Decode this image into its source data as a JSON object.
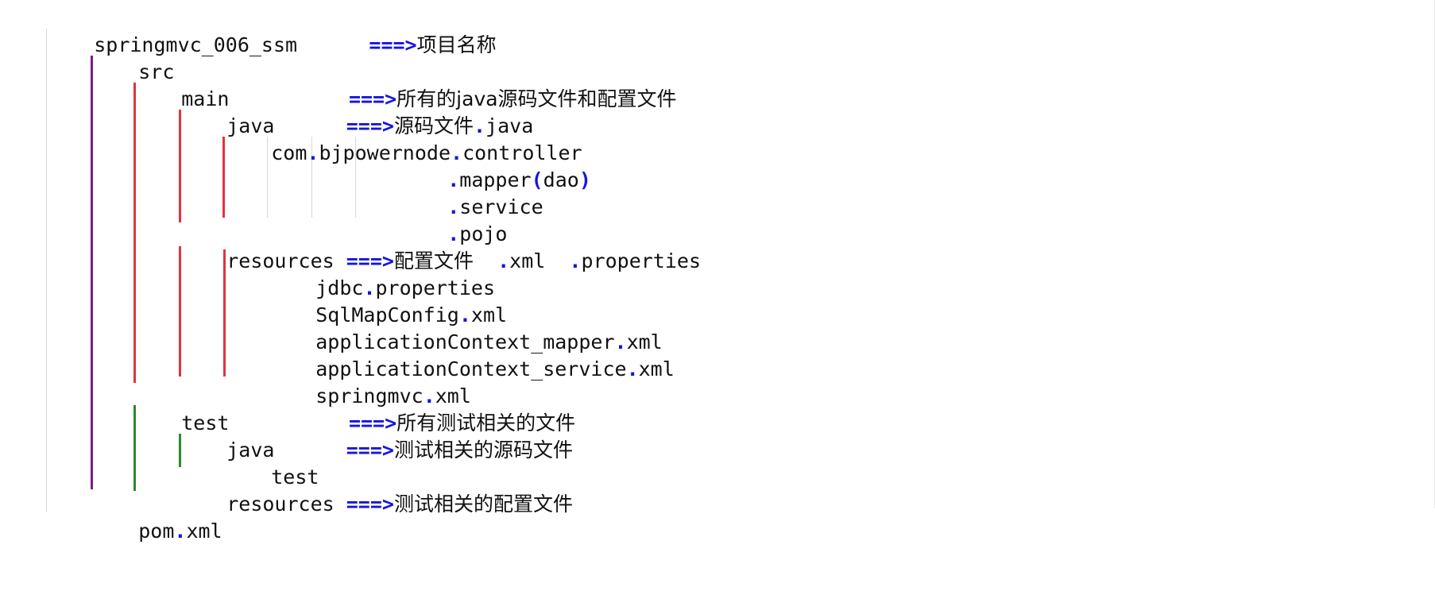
{
  "colors": {
    "text": "#111111",
    "arrow": "#1515e0",
    "purple": "#7a1e86",
    "red": "#e2333d",
    "green": "#2c8a2c",
    "guide": "#d8d8d8"
  },
  "tree": [
    {
      "id": "root",
      "name": "springmvc_006_ssm",
      "arrow": "===>",
      "note": "项目名称"
    },
    {
      "id": "src",
      "name": "src"
    },
    {
      "id": "main",
      "name": "main",
      "arrow": "===>",
      "note": "所有的java源码文件和配置文件"
    },
    {
      "id": "main-java",
      "name": "java",
      "arrow": "===>",
      "note_parts": [
        "源码文件",
        ".",
        "java"
      ]
    },
    {
      "id": "pkg",
      "name_parts": [
        "com",
        ".",
        "bjpowernode",
        ".",
        "controller"
      ]
    },
    {
      "id": "pkg-mapper",
      "name_parts": [
        ".",
        "mapper",
        "(",
        "dao",
        ")"
      ]
    },
    {
      "id": "pkg-service",
      "name_parts": [
        ".",
        "service"
      ]
    },
    {
      "id": "pkg-pojo",
      "name_parts": [
        ".",
        "pojo"
      ]
    },
    {
      "id": "main-resources",
      "name": "resources",
      "arrow": "===>",
      "note": "配置文件",
      "extra_parts": [
        ".",
        "xml",
        ".",
        "properties"
      ]
    },
    {
      "id": "jdbc",
      "name_parts": [
        "jdbc",
        ".",
        "properties"
      ]
    },
    {
      "id": "sqlmap",
      "name_parts": [
        "SqlMapConfig",
        ".",
        "xml"
      ]
    },
    {
      "id": "ctx-mapper",
      "name_parts": [
        "applicationContext_mapper",
        ".",
        "xml"
      ]
    },
    {
      "id": "ctx-service",
      "name_parts": [
        "applicationContext_service",
        ".",
        "xml"
      ]
    },
    {
      "id": "springmvc",
      "name_parts": [
        "springmvc",
        ".",
        "xml"
      ]
    },
    {
      "id": "test",
      "name": "test",
      "arrow": "===>",
      "note": "所有测试相关的文件"
    },
    {
      "id": "test-java",
      "name": "java",
      "arrow": "===>",
      "note": "测试相关的源码文件"
    },
    {
      "id": "test-java-test",
      "name": "test"
    },
    {
      "id": "test-resources",
      "name": "resources",
      "arrow": "===>",
      "note": "测试相关的配置文件"
    },
    {
      "id": "pom",
      "name_parts": [
        "pom",
        ".",
        "xml"
      ]
    }
  ]
}
